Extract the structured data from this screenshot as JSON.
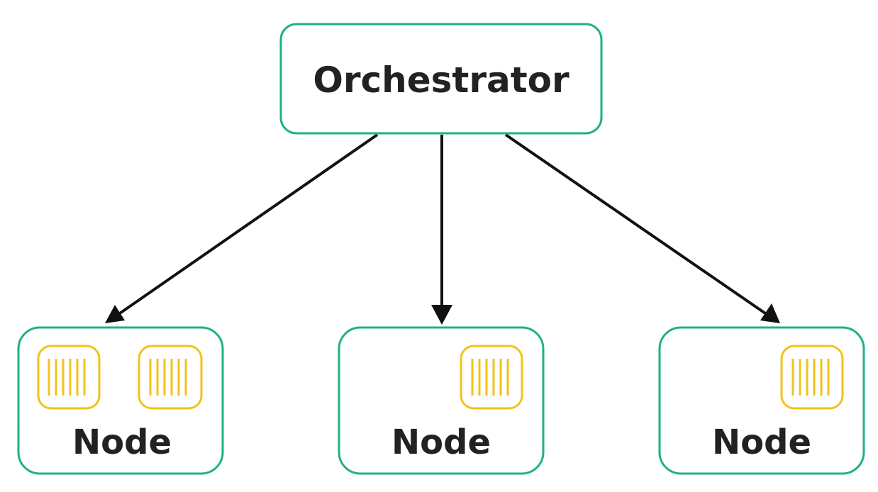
{
  "colors": {
    "box_border": "#1fb08a",
    "container": "#f2c318",
    "arrow": "#111111",
    "text": "#222222"
  },
  "orchestrator": {
    "label": "Orchestrator"
  },
  "nodes": [
    {
      "label": "Node",
      "containers": 2
    },
    {
      "label": "Node",
      "containers": 1
    },
    {
      "label": "Node",
      "containers": 1
    }
  ],
  "container_icon": "container-icon"
}
